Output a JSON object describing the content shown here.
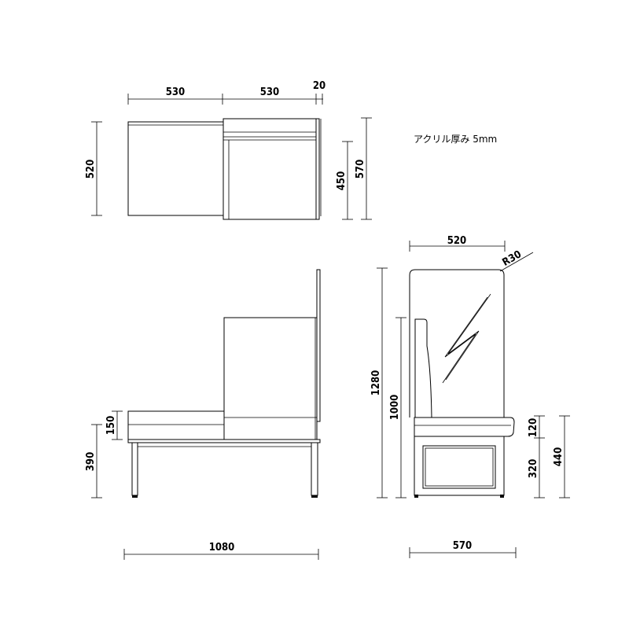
{
  "top_view": {
    "dims": {
      "seat_width": "530",
      "back_width": "530",
      "panel_thickness": "20",
      "depth": "520",
      "seat_depth": "450",
      "total_depth": "570"
    }
  },
  "note": "アクリル厚み 5mm",
  "front_view": {
    "dims": {
      "cushion_height": "150",
      "seat_height": "390",
      "overall_width": "1080"
    }
  },
  "side_view": {
    "dims": {
      "panel_width": "520",
      "corner_radius": "R30",
      "overall_height": "1280",
      "back_height": "1000",
      "cushion_thickness": "120",
      "frame_height": "320",
      "seat_height": "440",
      "overall_depth": "570"
    }
  }
}
